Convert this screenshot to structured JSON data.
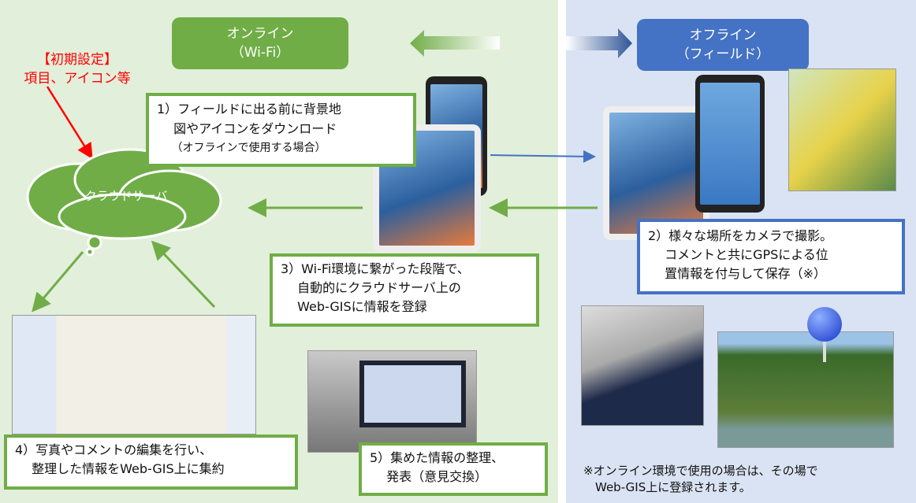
{
  "online": {
    "title": "オンライン",
    "sub": "（Wi-Fi）",
    "color": "#70ad47"
  },
  "offline": {
    "title": "オフライン",
    "sub": "（フィールド）",
    "color": "#4472c4"
  },
  "initial": {
    "line1": "【初期設定】",
    "line2": "項目、アイコン等",
    "color": "#ff0000"
  },
  "cloud": {
    "label": "クラウドサーバ"
  },
  "steps": [
    {
      "l1": "1）フィールドに出る前に背景地",
      "l2": "　 図やアイコンをダウンロード",
      "l3": "　 （オフラインで使用する場合）"
    },
    {
      "l1": "2）様々な場所をカメラで撮影。",
      "l2": "　 コメントと共にGPSによる位",
      "l3": "　 置情報を付与して保存（※）"
    },
    {
      "l1": "3）Wi-Fi環境に繋がった段階で、",
      "l2": "　 自動的にクラウドサーバ上の",
      "l3": "　 Web-GISに情報を登録"
    },
    {
      "l1": "4）写真やコメントの編集を行い、",
      "l2": "　 整理した情報をWeb-GIS上に集約"
    },
    {
      "l1": "5）集めた情報の整理、",
      "l2": "　 発表（意見交換）"
    }
  ],
  "note": {
    "l1": "※オンライン環境で使用の場合は、その場で",
    "l2": "　Web-GIS上に登録されます。"
  }
}
